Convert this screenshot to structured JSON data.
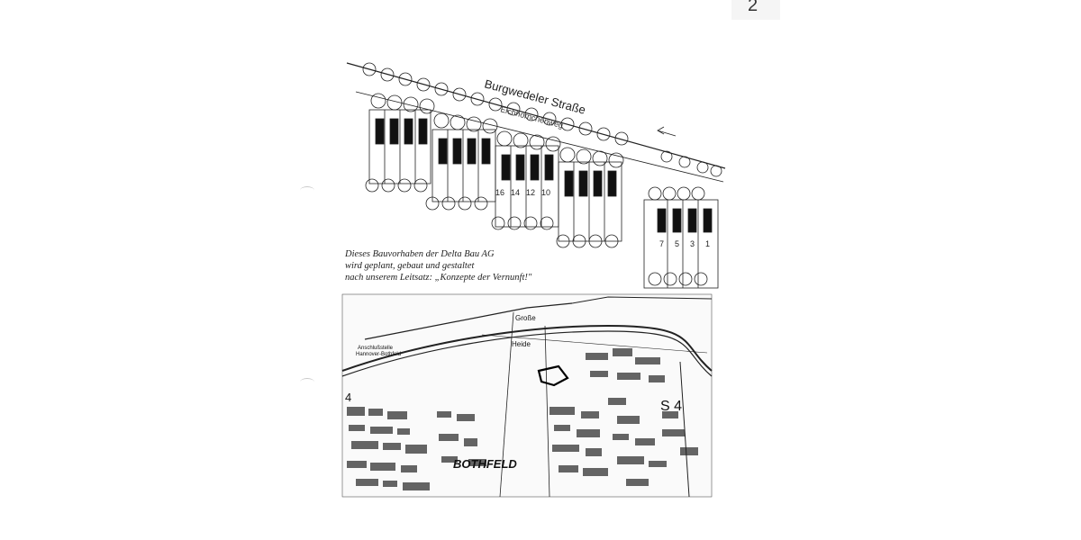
{
  "page": {
    "number": "2"
  },
  "site_plan": {
    "street_name": "Burgwedeler Straße",
    "lane_name": "Eichhörnchenweg",
    "row_a_numbers": [
      "16",
      "14",
      "12",
      "10"
    ],
    "row_b_numbers": [
      "7",
      "5",
      "3",
      "1"
    ]
  },
  "caption": {
    "line1": "Dieses Bauvorhaben der Delta Bau AG",
    "line2": "wird geplant, gebaut und gestaltet",
    "line3": "nach unserem Leitsatz: „Konzepte der Vernunft!\""
  },
  "map": {
    "district_label": "BOTHFELD",
    "road_label_1": "Große",
    "road_label_2": "Heide",
    "junction_label_1": "Anschlußstelle",
    "junction_label_2": "Hannover-Bothfeld",
    "route_label": "S 4",
    "edge_number": "4",
    "colors": {
      "ink": "#1a1a1a",
      "paper": "#ffffff"
    }
  }
}
